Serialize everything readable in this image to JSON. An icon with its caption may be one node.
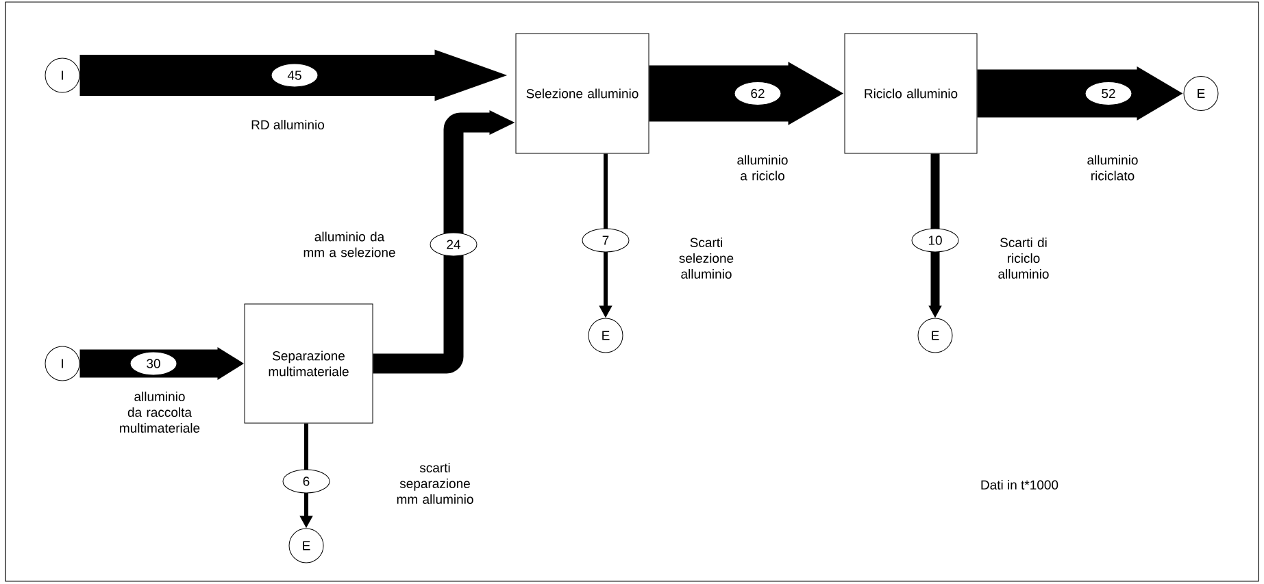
{
  "diagram": {
    "nodes": [
      {
        "text": [
          "I"
        ]
      },
      {
        "text": [
          "Selezione alluminio"
        ]
      },
      {
        "text": [
          "Riciclo alluminio"
        ]
      },
      {
        "text": [
          "E"
        ]
      },
      {
        "text": [
          "I"
        ]
      },
      {
        "text": [
          "Separazione multimateriale"
        ]
      },
      {
        "text": [
          "E"
        ]
      },
      {
        "text": [
          "E"
        ]
      },
      {
        "text": [
          "E"
        ]
      }
    ],
    "edges": [
      {
        "from": 0,
        "to": 1,
        "arrow": "to",
        "label": "45",
        "style": "thick"
      },
      {
        "from": 4,
        "to": 5,
        "arrow": "to",
        "label": "30"
      },
      {
        "from": 5,
        "to": 1,
        "arrow": "to",
        "label": "24"
      },
      {
        "from": 1,
        "to": 2,
        "arrow": "to",
        "label": "62",
        "style": "thick"
      },
      {
        "from": 2,
        "to": 3,
        "arrow": "to",
        "label": "52",
        "style": "thick"
      },
      {
        "from": 1,
        "to": 6,
        "arrow": "to",
        "label": "7"
      },
      {
        "from": 2,
        "to": 7,
        "arrow": "to",
        "label": "10"
      },
      {
        "from": 5,
        "to": 8,
        "arrow": "to",
        "label": "6"
      }
    ],
    "labels": [
      "RD alluminio",
      "alluminio a riciclo",
      "alluminio riciclato",
      "alluminio da mm a selezione",
      "Scarti selezione alluminio",
      "Scarti di riciclo alluminio",
      "alluminio da raccolta multimateriale",
      "scarti separazione mm alluminio",
      "Dati in t*1000"
    ]
  }
}
